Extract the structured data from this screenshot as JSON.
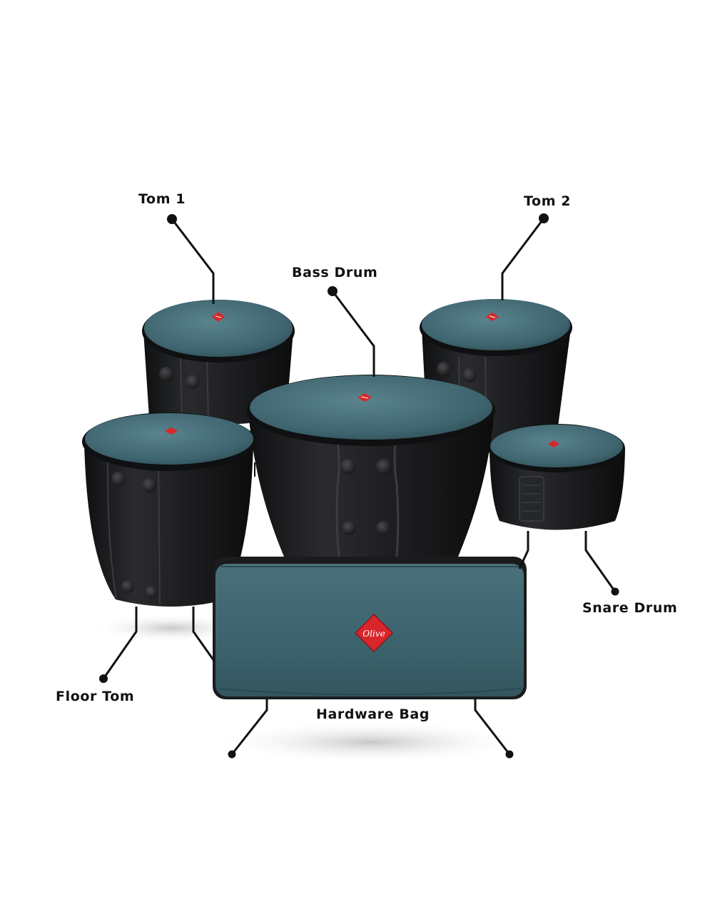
{
  "labels": {
    "tom1": "Tom 1",
    "tom2": "Tom 2",
    "bass_drum": "Bass Drum",
    "snare_drum": "Snare Drum",
    "floor_tom": "Floor Tom",
    "hardware_bag": "Hardware Bag"
  },
  "logo": {
    "text": "Olive"
  },
  "colors": {
    "lid_teal": "#3f6670",
    "bag_black": "#1c1d1f",
    "logo_red": "#d8262b",
    "callout_line": "#111111"
  },
  "icons": {
    "callout": "dot-line-callout",
    "badge": "diamond-logo-icon"
  }
}
